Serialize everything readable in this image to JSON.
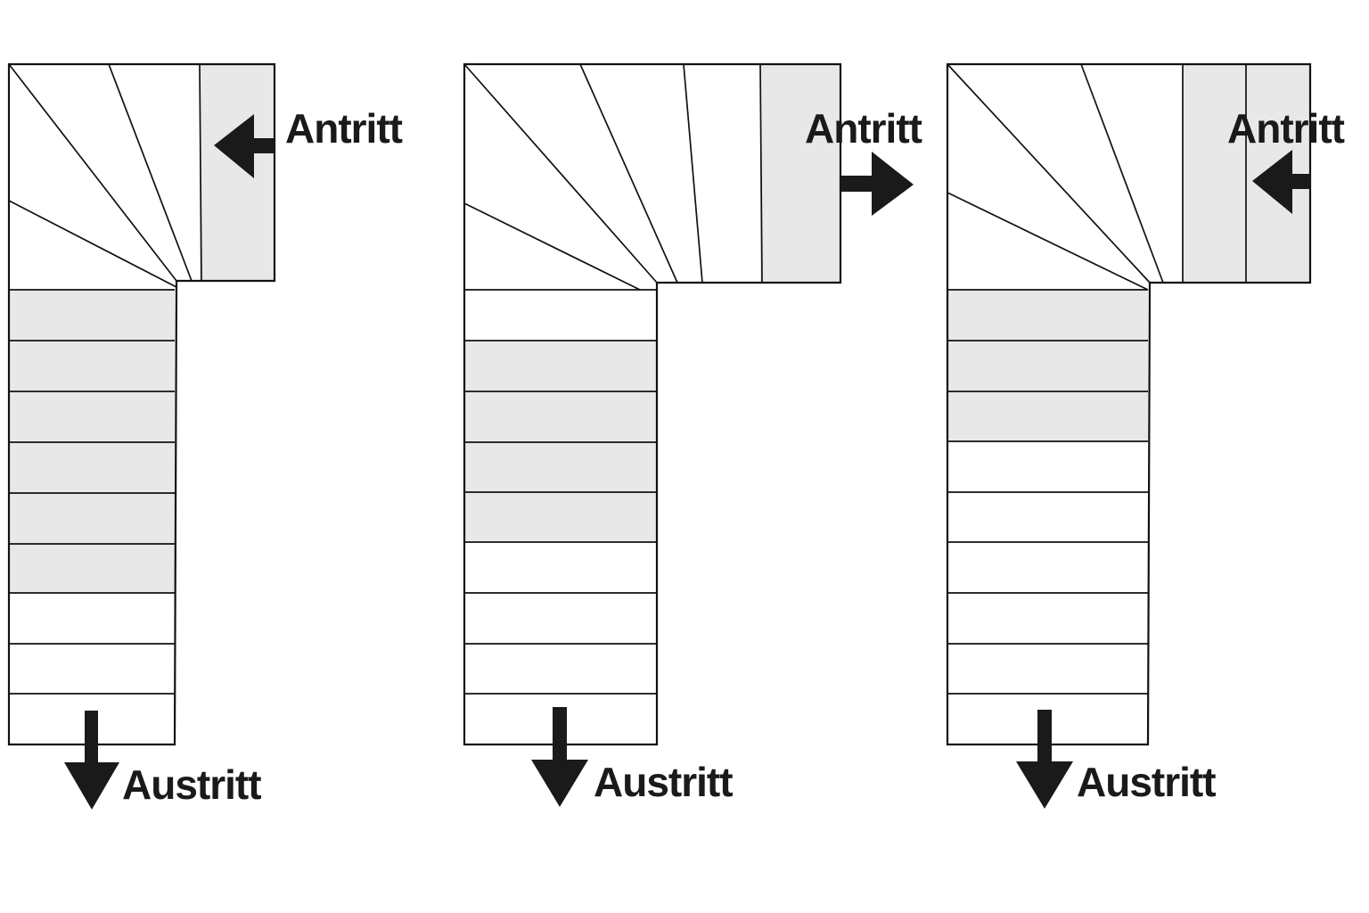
{
  "colors": {
    "background": "#ffffff",
    "line": "#111111",
    "highlight_fill": "#e8e8e8",
    "arrow_fill": "#1a1a1a"
  },
  "diagrams": [
    {
      "entry_label": "Antritt",
      "exit_label": "Austritt",
      "entry_arrow_direction": "left",
      "exit_arrow_direction": "down",
      "winder_treads": 4,
      "straight_treads": 9,
      "highlighted_treads": [
        "winder-4",
        "straight-1",
        "straight-2",
        "straight-3",
        "straight-4",
        "straight-5",
        "straight-6"
      ]
    },
    {
      "entry_label": "Antritt",
      "exit_label": "Austritt",
      "entry_arrow_direction": "right",
      "exit_arrow_direction": "down",
      "winder_treads": 5,
      "straight_treads": 9,
      "highlighted_treads": [
        "winder-5",
        "straight-2",
        "straight-3",
        "straight-4",
        "straight-5"
      ]
    },
    {
      "entry_label": "Antritt",
      "exit_label": "Austritt",
      "entry_arrow_direction": "left",
      "exit_arrow_direction": "down",
      "winder_treads": 5,
      "straight_treads": 9,
      "highlighted_treads": [
        "winder-4",
        "winder-5",
        "straight-1",
        "straight-2",
        "straight-3"
      ]
    }
  ]
}
